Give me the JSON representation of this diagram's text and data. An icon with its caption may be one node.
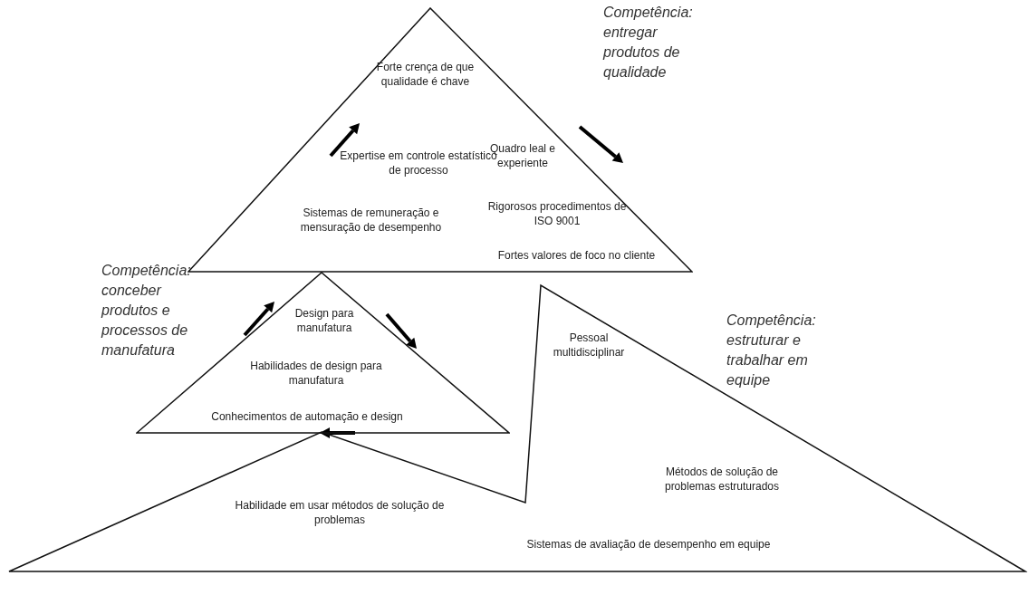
{
  "diagram": {
    "nodes": [
      {
        "text": [
          "Forte crença de que qualidade é chave",
          "Expertise em controle estatístico de processo",
          "Quadro leal e experiente",
          "Rigorosos procedimentos de ISO 9001",
          "Sistemas de remuneração e mensuração de desempenho",
          "Fortes valores de foco no cliente"
        ],
        "beside": [
          "Competência: entregar produtos de qualidade"
        ]
      },
      {
        "text": [
          "Design para manufatura",
          "Habilidades de design para manufatura",
          "Conhecimentos de automação e design"
        ],
        "beside": [
          "Competência: conceber produtos e processos de manufatura"
        ]
      },
      {
        "text": [
          "Pessoal multidisciplinar",
          "Métodos de solução de problemas estruturados",
          "Habilidade em usar métodos de solução de problemas",
          "Sistemas de avaliação de desempenho em equipe"
        ],
        "beside": [
          "Competência: estruturar e trabalhar em equipe"
        ]
      }
    ]
  }
}
